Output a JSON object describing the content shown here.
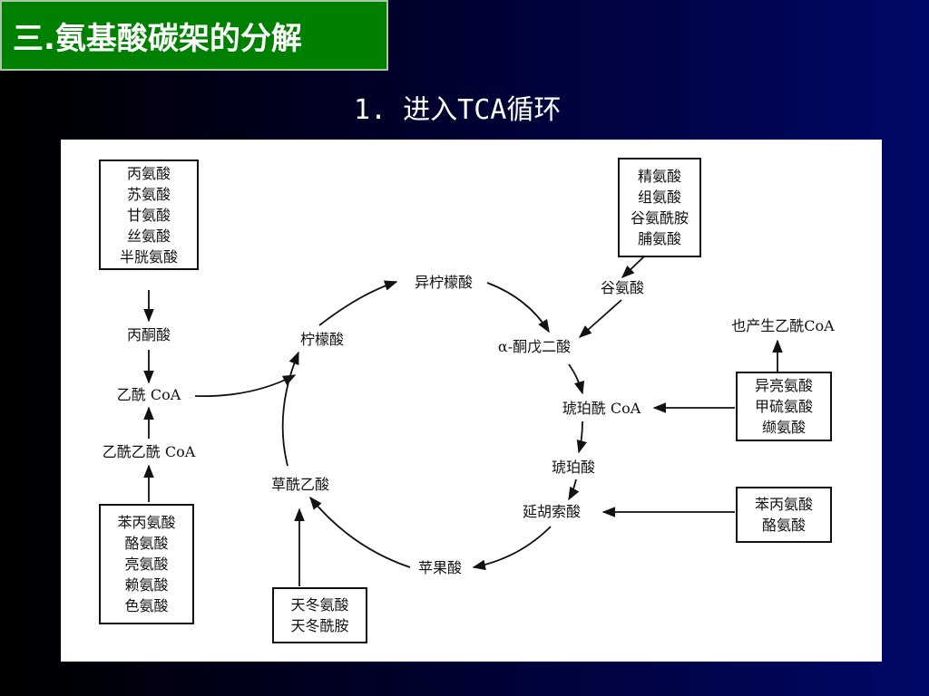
{
  "slide": {
    "title": "三.氨基酸碳架的分解",
    "subtitle": "1. 进入TCA循环"
  },
  "colors": {
    "title_bg": "#008000",
    "slide_bg": "#000866",
    "figure_bg": "#ffffff",
    "ink": "#111111"
  },
  "diagram": {
    "cycle": {
      "yiningmengsuan": "异柠檬酸",
      "aketo": "α-酮戊二酸",
      "hupoxianCoA": "琥珀酰 CoA",
      "huposuan": "琥珀酸",
      "yanhusuosuan": "延胡索酸",
      "pingguosuan": "苹果酸",
      "caoxianyisuan": "草酰乙酸",
      "ningmengsuan": "柠檬酸"
    },
    "left": {
      "bingtongsuan": "丙酮酸",
      "yixianCoA": "乙酰 CoA",
      "yixianyixianCoA": "乙酰乙酰 CoA"
    },
    "guanansuan": "谷氨酸",
    "also_acetyl": "也产生乙酰CoA",
    "boxes": {
      "top_left": [
        "丙氨酸",
        "苏氨酸",
        "甘氨酸",
        "丝氨酸",
        "半胱氨酸"
      ],
      "bottom_left": [
        "苯丙氨酸",
        "酪氨酸",
        "亮氨酸",
        "赖氨酸",
        "色氨酸"
      ],
      "top_right": [
        "精氨酸",
        "组氨酸",
        "谷氨酰胺",
        "脯氨酸"
      ],
      "mid_right": [
        "异亮氨酸",
        "甲硫氨酸",
        "缬氨酸"
      ],
      "low_right": [
        "苯丙氨酸",
        "酪氨酸"
      ],
      "bottom_center": [
        "天冬氨酸",
        "天冬酰胺"
      ]
    }
  }
}
